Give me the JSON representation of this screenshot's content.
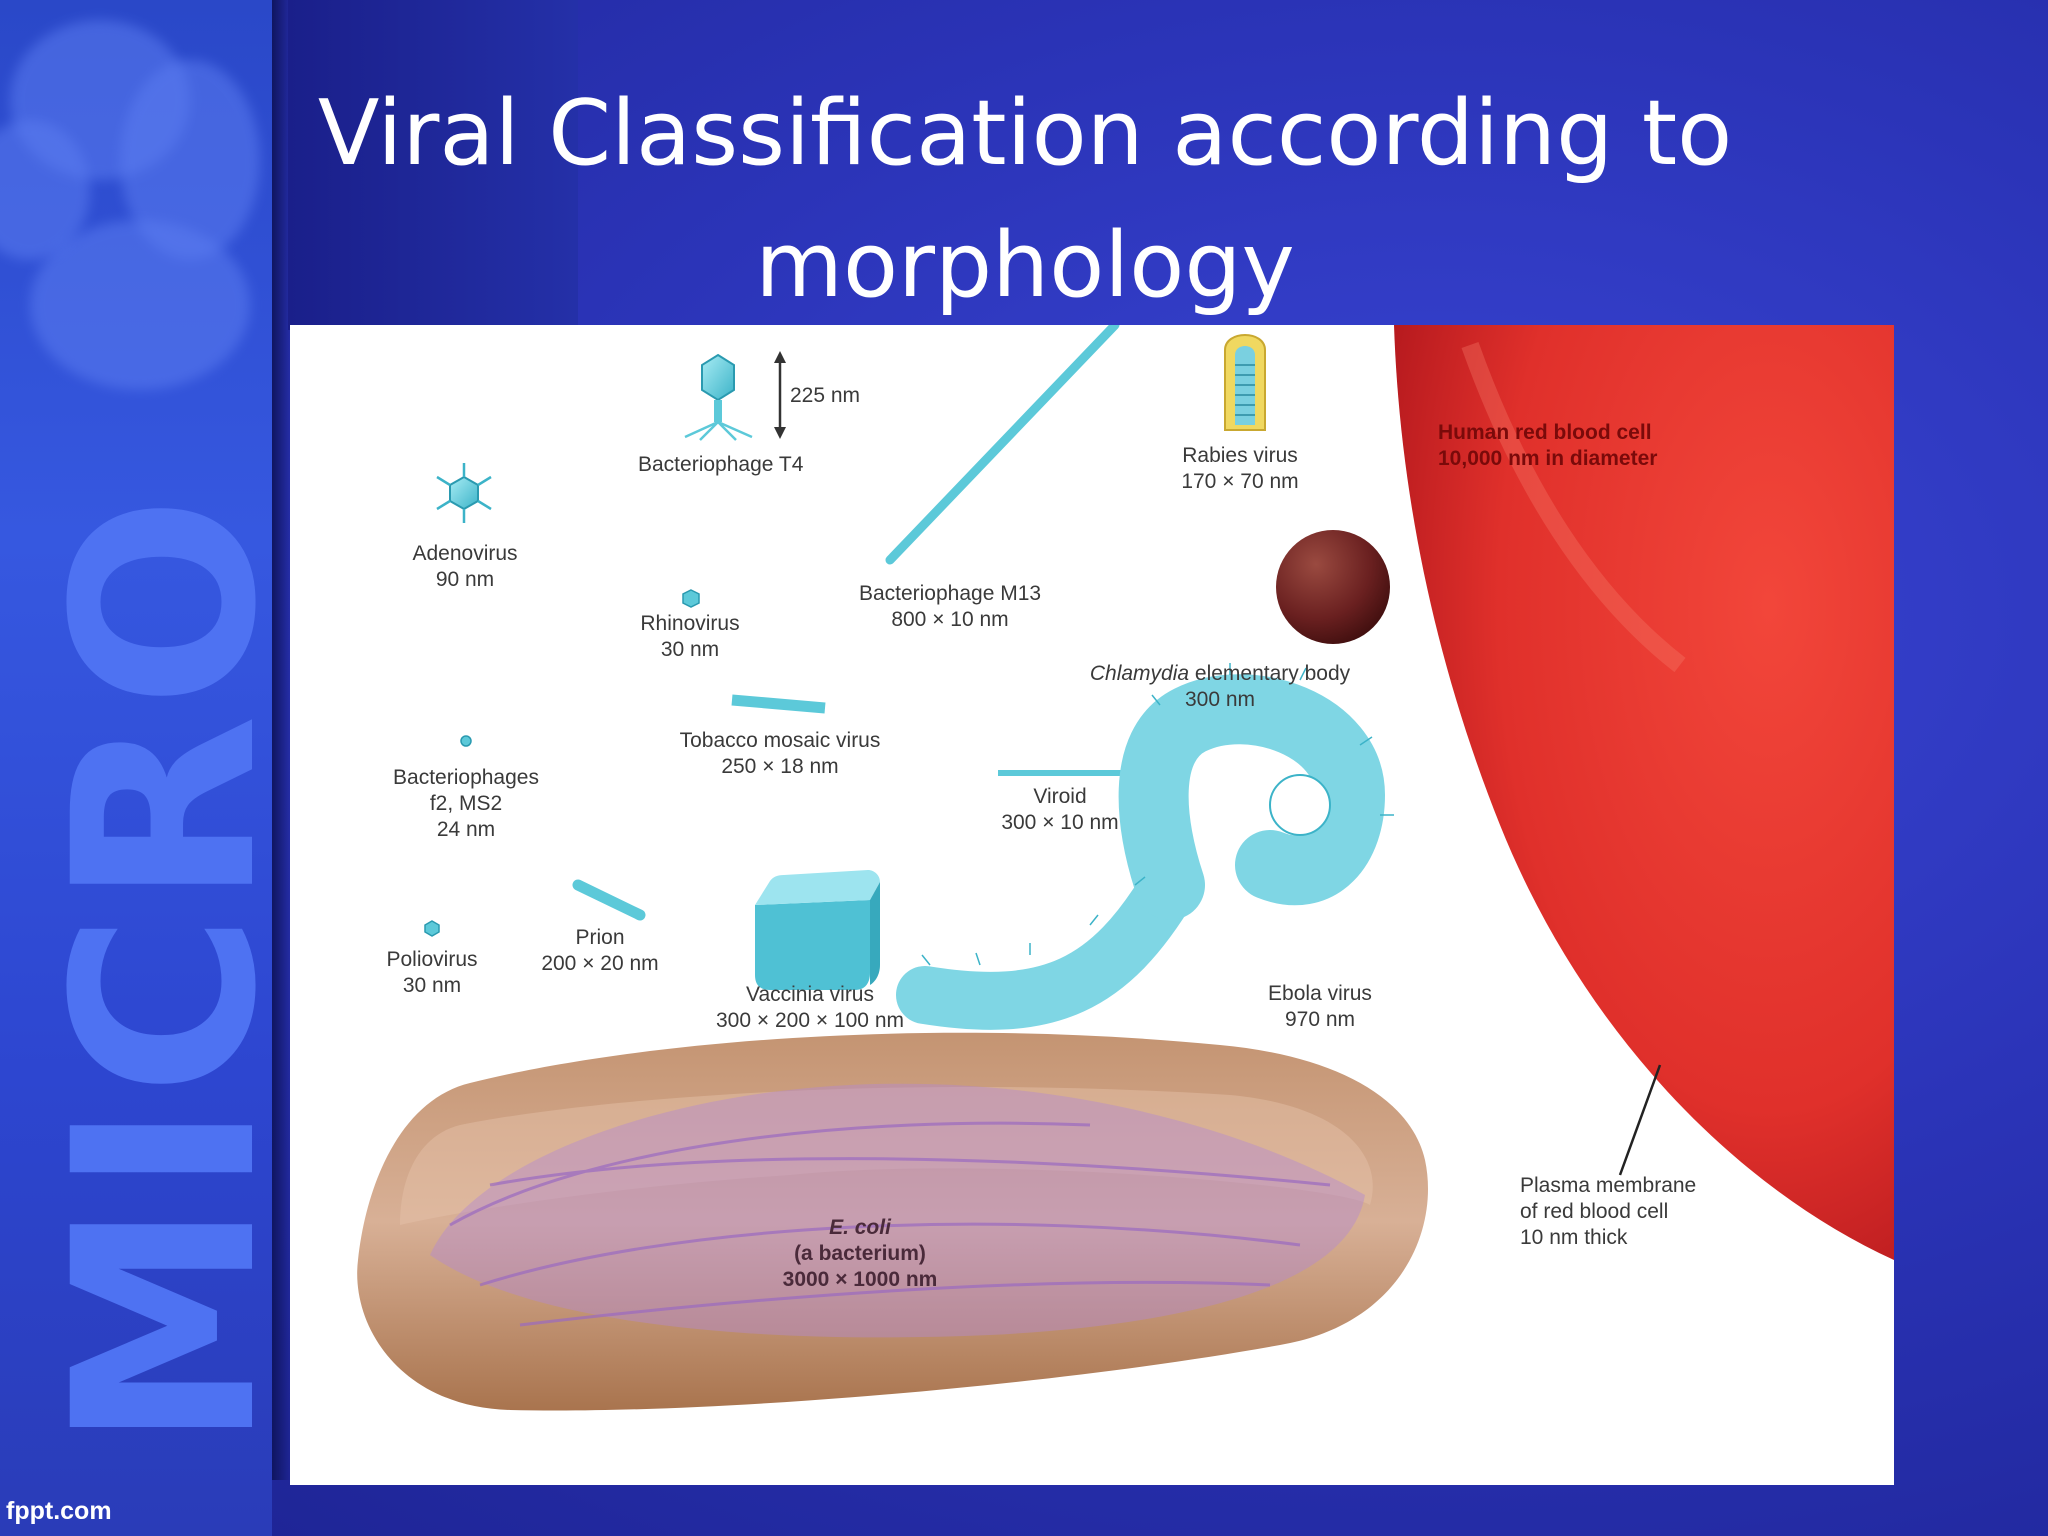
{
  "slide": {
    "title": "Viral Classification according to morphology",
    "sidebar_word": "MICRO",
    "footer_brand": "fppt.com"
  },
  "figure": {
    "scale_bar": "225 nm",
    "labels": {
      "bacteriophage_t4": "Bacteriophage T4",
      "adenovirus": [
        "Adenovirus",
        "90 nm"
      ],
      "rhinovirus": [
        "Rhinovirus",
        "30 nm"
      ],
      "bacteriophage_m13": [
        "Bacteriophage M13",
        "800 × 10 nm"
      ],
      "rabies": [
        "Rabies virus",
        "170 × 70 nm"
      ],
      "rbc": [
        "Human red blood cell",
        "10,000 nm in diameter"
      ],
      "chlamydia": [
        "Chlamydia",
        " elementary body",
        "300 nm"
      ],
      "tobacco": [
        "Tobacco mosaic virus",
        "250 × 18 nm"
      ],
      "bacteriophages_f2": [
        "Bacteriophages",
        "f2, MS2",
        "24 nm"
      ],
      "viroid": [
        "Viroid",
        "300 × 10 nm"
      ],
      "poliovirus": [
        "Poliovirus",
        "30 nm"
      ],
      "prion": [
        "Prion",
        "200 × 20 nm"
      ],
      "vaccinia": [
        "Vaccinia virus",
        "300 × 200 × 100 nm"
      ],
      "ebola": [
        "Ebola virus",
        "970 nm"
      ],
      "plasma": [
        "Plasma membrane",
        "of red blood cell",
        "10 nm thick"
      ],
      "ecoli": [
        "E. coli",
        "(a bacterium)",
        "3000 × 1000 nm"
      ]
    }
  },
  "colors": {
    "background": "#2b34b8",
    "virus_cyan": "#5cc9d9",
    "red_blood_cell": "#e0302b",
    "ecoli_body": "#b88460",
    "chlamydia": "#6a2020"
  }
}
